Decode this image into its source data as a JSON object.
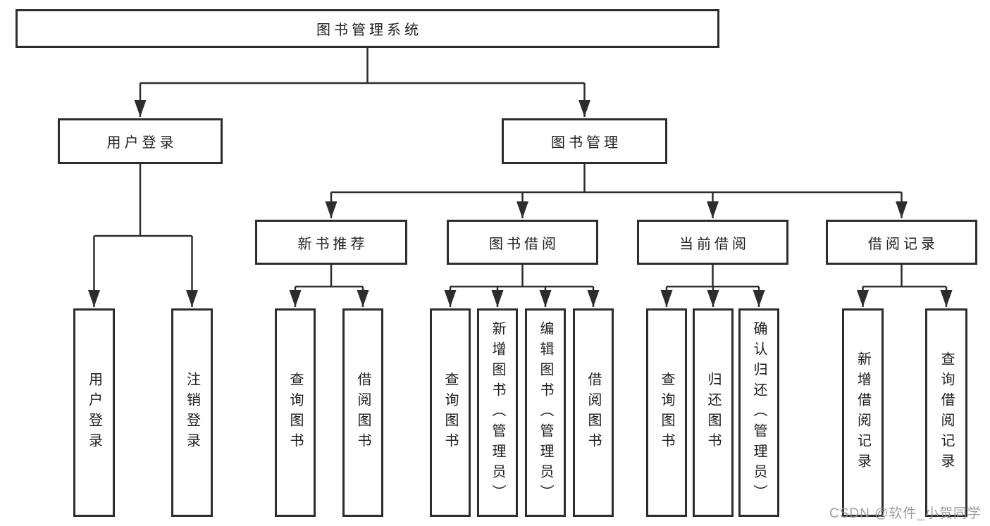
{
  "tree": {
    "label": "图书管理系统",
    "children": [
      {
        "label": "用户登录",
        "children": [
          {
            "label": "用户登录"
          },
          {
            "label": "注销登录"
          }
        ]
      },
      {
        "label": "图书管理",
        "children": [
          {
            "label": "新书推荐",
            "children": [
              {
                "label": "查询图书"
              },
              {
                "label": "借阅图书"
              }
            ]
          },
          {
            "label": "图书借阅",
            "children": [
              {
                "label": "查询图书"
              },
              {
                "label": "新增图书（管理员）"
              },
              {
                "label": "编辑图书（管理员）"
              },
              {
                "label": "借阅图书"
              }
            ]
          },
          {
            "label": "当前借阅",
            "children": [
              {
                "label": "查询图书"
              },
              {
                "label": "归还图书"
              },
              {
                "label": "确认归还（管理员）"
              }
            ]
          },
          {
            "label": "借阅记录",
            "children": [
              {
                "label": "新增借阅记录"
              },
              {
                "label": "查询借阅记录"
              }
            ]
          }
        ]
      }
    ]
  },
  "watermark": "CSDN @软件_小贺同学",
  "colors": {
    "line": "#2d2d2d",
    "box_border": "#2d2d2d",
    "box_fill": "#ffffff",
    "text": "#1f1f1f",
    "background": "#ffffff",
    "watermark": "#949494"
  }
}
